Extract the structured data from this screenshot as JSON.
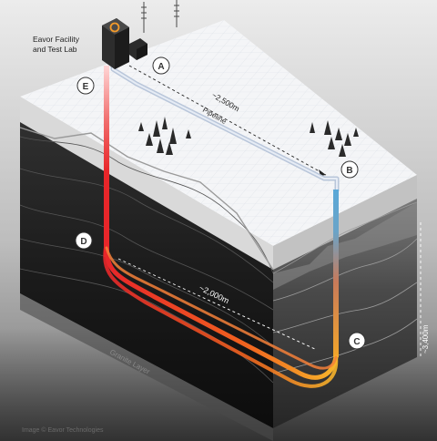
{
  "labels": {
    "facility_line1": "Eavor Facility",
    "facility_line2": "and Test Lab",
    "pipeline_distance": "~2,500m",
    "pipeline": "Pipeline",
    "loop_length": "~2,000m",
    "depth": "~3,400m",
    "layer": "Granite Layer",
    "credit": "Image © Eavor Technologies"
  },
  "markers": [
    "A",
    "B",
    "C",
    "D",
    "E"
  ],
  "colors": {
    "hot": "#e8262a",
    "warm": "#f39a2a",
    "cool": "#5aa8d8",
    "pipe": "#cfd8e6"
  }
}
